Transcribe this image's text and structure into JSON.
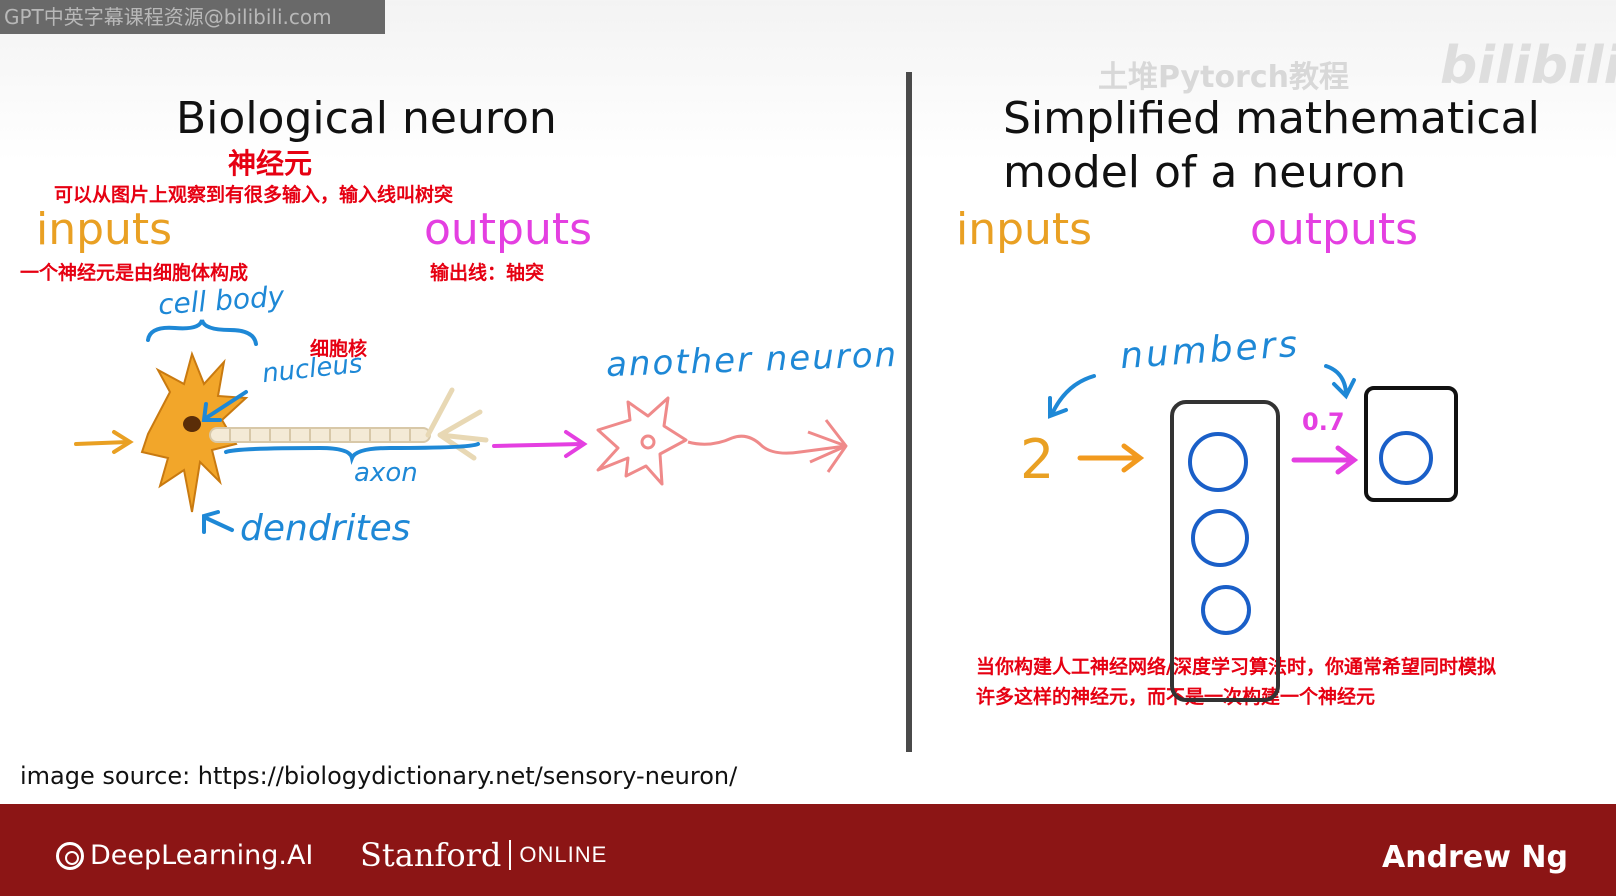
{
  "watermark": {
    "top_left": "GPT中英字幕课程资源@bilibili.com",
    "top_right_channel": "土堆Pytorch教程",
    "top_right_logo": "bilibili"
  },
  "left_panel": {
    "title": "Biological neuron",
    "title_cn": "神经元",
    "note_dendrites_cn": "可以从图片上观察到有很多输入，输入线叫树突",
    "inputs_label": "inputs",
    "outputs_label": "outputs",
    "note_cell_cn": "一个神经元是由细胞体构成",
    "note_axon_cn": "输出线：轴突",
    "note_nucleus_cn": "细胞核",
    "hand_cell_body": "cell body",
    "hand_nucleus": "nucleus",
    "hand_another_neuron": "another neuron",
    "hand_axon": "axon",
    "hand_dendrites": "dendrites"
  },
  "right_panel": {
    "title_line1": "Simplified mathematical",
    "title_line2": "model of a neuron",
    "inputs_label": "inputs",
    "outputs_label": "outputs",
    "hand_numbers": "numbers",
    "input_value": "2",
    "output_value": "0.7",
    "note_cn_line1": "当你构建人工神经网络/深度学习算法时，你通常希望同时模拟",
    "note_cn_line2": "许多这样的神经元，而不是一次构建一个神经元"
  },
  "image_source": "image source: https://biologydictionary.net/sensory-neuron/",
  "footer": {
    "brand1": "DeepLearning.AI",
    "brand2": "Stanford",
    "brand2_suffix": "ONLINE",
    "presenter": "Andrew Ng"
  },
  "colors": {
    "input_orange": "#e9a023",
    "output_magenta": "#e43fe1",
    "hand_blue": "#1e88d6",
    "note_red": "#e60012",
    "footer_red": "#8c1515",
    "neuron_pink": "#ef8a8a"
  }
}
